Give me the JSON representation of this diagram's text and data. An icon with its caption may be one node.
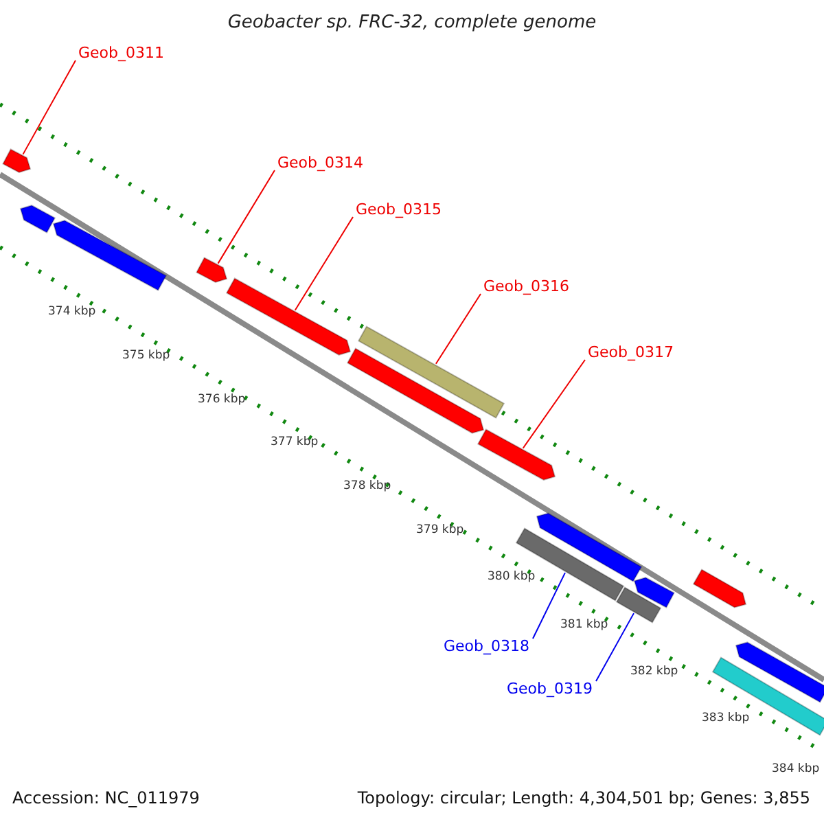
{
  "diagram": {
    "title": "Geobacter sp. FRC-32, complete genome",
    "nodes": [
      {
        "text": [
          "Geob_0311"
        ]
      },
      {
        "text": [
          "Geob_0314"
        ]
      },
      {
        "text": [
          "Geob_0315"
        ]
      },
      {
        "text": [
          "Geob_0316"
        ]
      },
      {
        "text": [
          "Geob_0317"
        ]
      },
      {
        "text": [
          "Geob_0318"
        ]
      },
      {
        "text": [
          "Geob_0319"
        ]
      },
      {
        "text": [],
        "shape": "bar"
      },
      {
        "text": [],
        "shape": "bar"
      },
      {
        "text": [],
        "shape": "bar"
      },
      {
        "text": [],
        "shape": "bar"
      },
      {
        "text": [],
        "shape": "bar"
      },
      {
        "text": [],
        "shape": "bar"
      },
      {
        "text": [],
        "shape": "bar"
      },
      {
        "text": [],
        "shape": "bar"
      },
      {
        "text": [],
        "shape": "bar"
      },
      {
        "text": [],
        "shape": "bar"
      },
      {
        "text": [],
        "shape": "bar"
      },
      {
        "text": [],
        "shape": "bar"
      },
      {
        "text": [],
        "shape": "bar"
      },
      {
        "text": [],
        "shape": "bar"
      },
      {
        "text": [],
        "shape": "bar"
      }
    ],
    "edges": [
      {
        "from": 0,
        "to": 7,
        "arrow": "none"
      },
      {
        "from": 1,
        "to": 10,
        "arrow": "none"
      },
      {
        "from": 2,
        "to": 11,
        "arrow": "none"
      },
      {
        "from": 3,
        "to": 12,
        "arrow": "none"
      },
      {
        "from": 4,
        "to": 14,
        "arrow": "none"
      },
      {
        "from": 5,
        "to": 16,
        "arrow": "none",
        "color": "#0000ee"
      },
      {
        "from": 6,
        "to": 17,
        "arrow": "none",
        "color": "#0000ee"
      }
    ],
    "labels": [
      "374 kbp",
      "375 kbp",
      "376 kbp",
      "377 kbp",
      "378 kbp",
      "379 kbp",
      "380 kbp",
      "381 kbp",
      "382 kbp",
      "383 kbp",
      "384 kbp",
      "Accession: NC_011979",
      "Topology: circular; Length: 4,304,501 bp; Genes: 3,855"
    ]
  }
}
